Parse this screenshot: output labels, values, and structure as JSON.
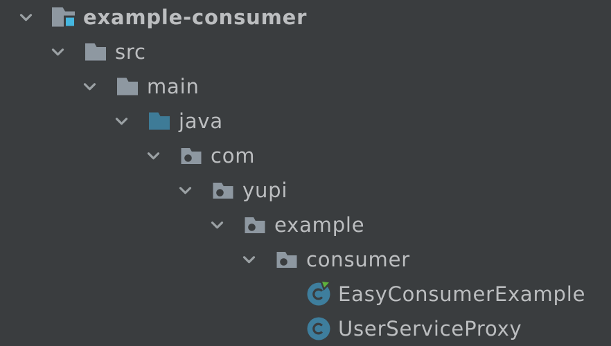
{
  "panel": {
    "name": "project-tree",
    "kind": "ide-file-explorer"
  },
  "tree": {
    "rows": [
      {
        "label": "example-consumer",
        "depth": 0,
        "type": "project-folder",
        "expanded": true,
        "bold": true
      },
      {
        "label": "src",
        "depth": 1,
        "type": "folder",
        "expanded": true,
        "bold": false
      },
      {
        "label": "main",
        "depth": 2,
        "type": "folder",
        "expanded": true,
        "bold": false
      },
      {
        "label": "java",
        "depth": 3,
        "type": "source-folder",
        "expanded": true,
        "bold": false
      },
      {
        "label": "com",
        "depth": 4,
        "type": "package",
        "expanded": true,
        "bold": false
      },
      {
        "label": "yupi",
        "depth": 5,
        "type": "package",
        "expanded": true,
        "bold": false
      },
      {
        "label": "example",
        "depth": 6,
        "type": "package",
        "expanded": true,
        "bold": false
      },
      {
        "label": "consumer",
        "depth": 7,
        "type": "package",
        "expanded": true,
        "bold": false
      },
      {
        "label": "EasyConsumerExample",
        "depth": 8,
        "type": "class-runnable",
        "expanded": null,
        "bold": false
      },
      {
        "label": "UserServiceProxy",
        "depth": 8,
        "type": "class",
        "expanded": null,
        "bold": false
      }
    ]
  },
  "colors": {
    "background": "#3A3D3F",
    "text": "#BCBEC0",
    "chevron": "#9BA1A4",
    "folder": "#8E98A1",
    "source_folder": "#3E7B97",
    "class_circle": "#3E7E9D",
    "project_badge": "#45B7E0",
    "run_badge": "#5FB23C"
  },
  "icon_names": {
    "project-folder": "project-folder-icon",
    "folder": "folder-icon",
    "source-folder": "source-root-folder-icon",
    "package": "package-icon",
    "class": "class-icon",
    "class-runnable": "class-runnable-icon"
  }
}
